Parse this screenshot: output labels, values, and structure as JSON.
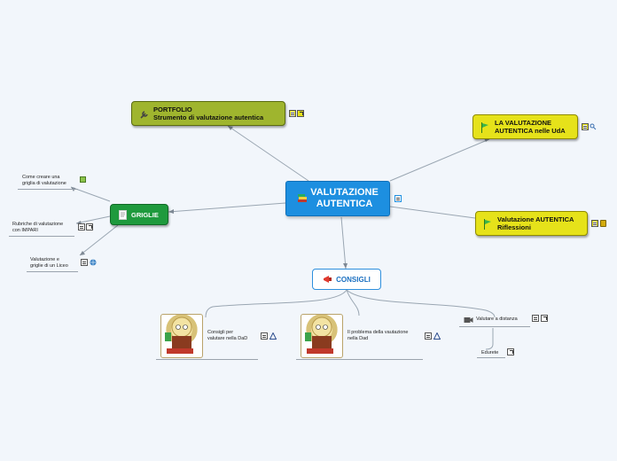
{
  "central": {
    "line1": "VALUTAZIONE",
    "line2": "AUTENTICA",
    "icon": "books-icon"
  },
  "portfolio": {
    "line1": "PORTFOLIO",
    "line2": "Strumento di valutazione autentica",
    "icon": "wrench-icon"
  },
  "uda": {
    "line1": "LA VALUTAZIONE",
    "line2": "AUTENTICA nelle UdA",
    "icon": "flag-icon"
  },
  "riflessioni": {
    "line1": "Valutazione AUTENTICA",
    "line2": "Riflessioni",
    "icon": "flag-icon"
  },
  "griglie": {
    "label": "GRIGLIE",
    "icon": "document-icon"
  },
  "consigli": {
    "label": "CONSIGLI",
    "icon": "megaphone-icon"
  },
  "griglie_children": [
    {
      "line1": "Come creare una",
      "line2": "griglia di valutazione"
    },
    {
      "line1": "Rubriche di valutazione",
      "line2": "con IMPARI"
    },
    {
      "line1": "Valutazione e",
      "line2": "griglie di un Liceo"
    }
  ],
  "consigli_children": [
    {
      "line1": "Consigli per",
      "line2": "valutare nella DaD"
    },
    {
      "line1": "Il problema della vautazione",
      "line2": "nella Dad"
    },
    {
      "line1": "Valutare a distanza",
      "line2": ""
    }
  ],
  "edurete": {
    "label": "Edurete"
  },
  "colors": {
    "central": "#1d8fe0",
    "portfolio": "#9fb52e",
    "yellow": "#e6e21a",
    "griglie": "#1f9a3d",
    "consigli_border": "#2e8fdd",
    "background": "#f2f6fb"
  }
}
